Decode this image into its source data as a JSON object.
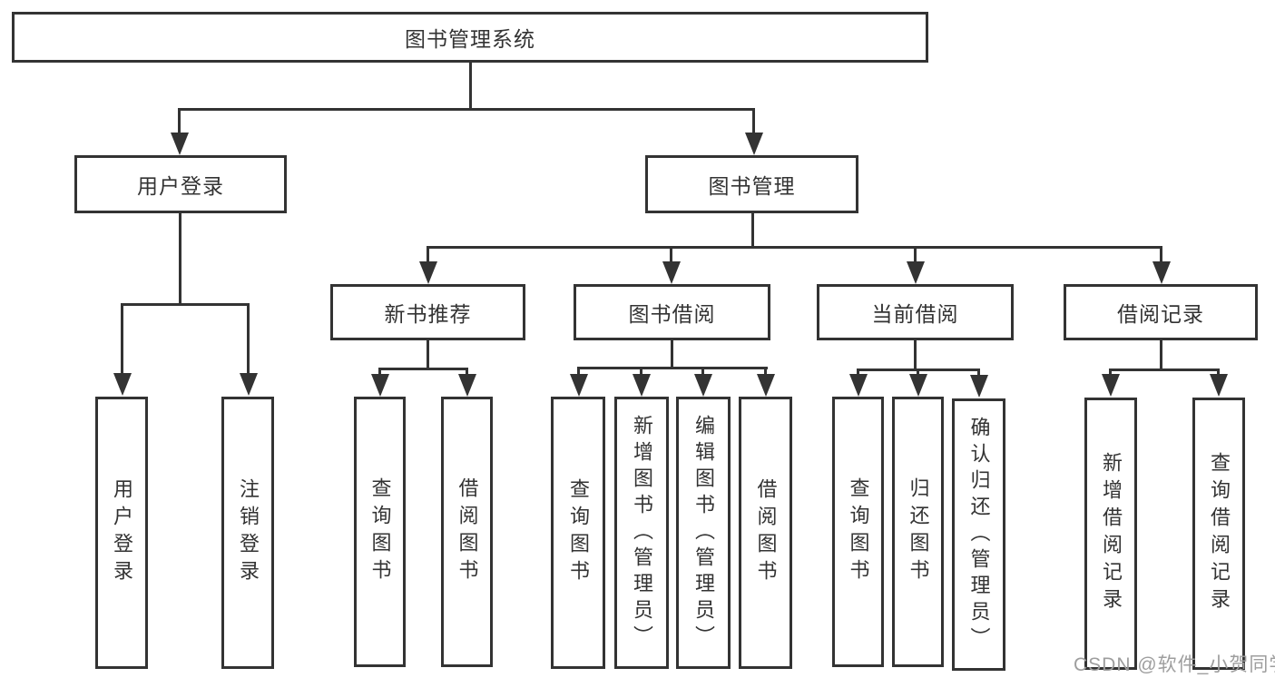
{
  "colors": {
    "line": "#333333",
    "text": "#333333",
    "background": "#ffffff",
    "watermark": "#9e9e9e"
  },
  "watermark": {
    "text": "CSDN @软件_小贺同学"
  },
  "tree": {
    "root": "图书管理系统",
    "branches": [
      {
        "label": "用户登录",
        "children": [
          "用户登录",
          "注销登录"
        ]
      },
      {
        "label": "图书管理",
        "groups": [
          {
            "label": "新书推荐",
            "children": [
              "查询图书",
              "借阅图书"
            ]
          },
          {
            "label": "图书借阅",
            "children": [
              "查询图书",
              "新增图书（管理员）",
              "编辑图书（管理员）",
              "借阅图书"
            ]
          },
          {
            "label": "当前借阅",
            "children": [
              "查询图书",
              "归还图书",
              "确认归还（管理员）"
            ]
          },
          {
            "label": "借阅记录",
            "children": [
              "新增借阅记录",
              "查询借阅记录"
            ]
          }
        ]
      }
    ]
  }
}
